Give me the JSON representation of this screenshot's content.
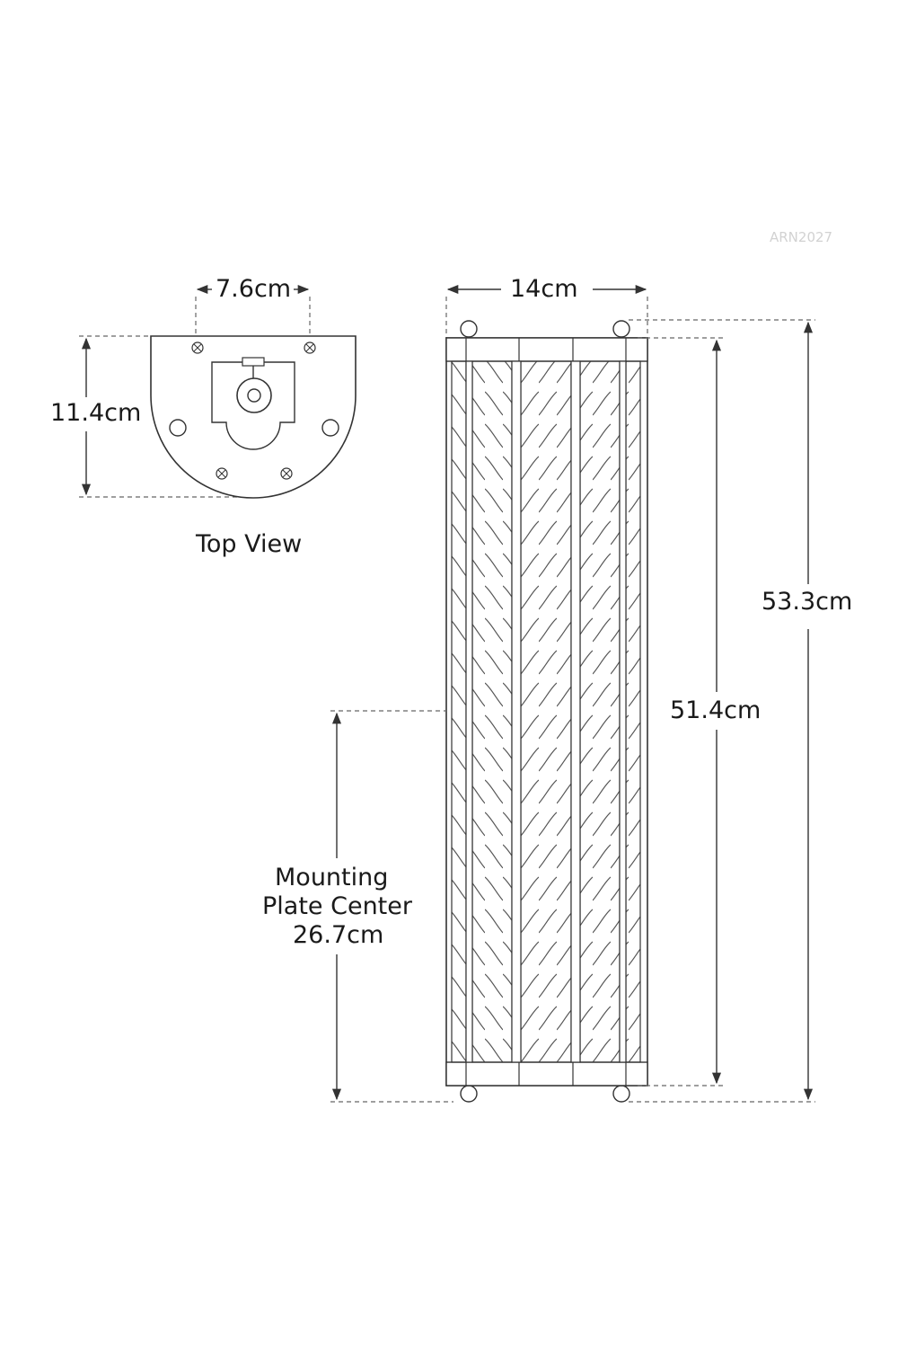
{
  "product_code": "ARN2027",
  "top_view": {
    "caption": "Top View",
    "width_label": "7.6cm",
    "depth_label": "11.4cm"
  },
  "front_view": {
    "width_label": "14cm",
    "overall_height_label": "53.3cm",
    "body_height_label": "51.4cm",
    "mounting_label_line1": "Mounting",
    "mounting_label_line2": "Plate Center",
    "mounting_label_line3": "26.7cm"
  },
  "colors": {
    "line": "#333333",
    "dim_line": "#555555",
    "text": "#1a1a1a",
    "code_text": "#d2d2d2",
    "background": "#ffffff"
  }
}
